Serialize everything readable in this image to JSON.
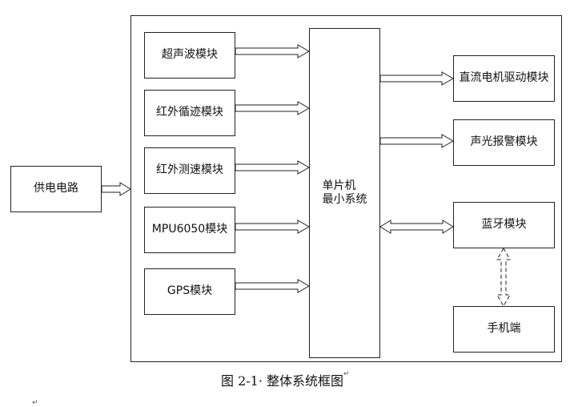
{
  "diagram": {
    "power": "供电电路",
    "inputs": [
      "超声波模块",
      "红外循迹模块",
      "红外测速模块",
      "MPU6050模块",
      "GPS模块"
    ],
    "mcu": [
      "单片机",
      "最小系统"
    ],
    "outputs": [
      "直流电机驱动模块",
      "声光报警模块"
    ],
    "bluetooth": "蓝牙模块",
    "phone": "手机端",
    "caption": "图 2-1· 整体系统框图",
    "para_mark": "↵"
  }
}
